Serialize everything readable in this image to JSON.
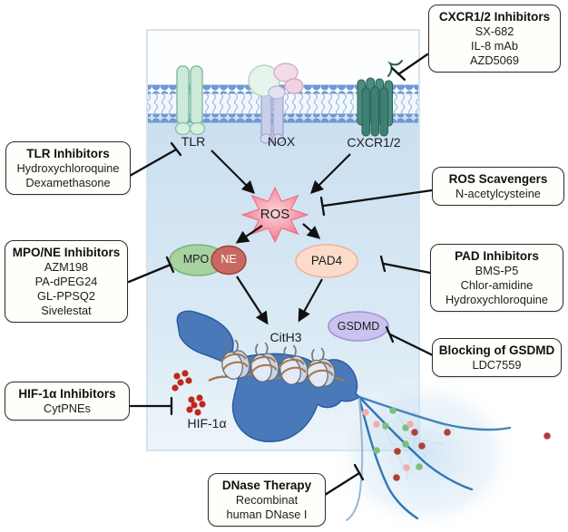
{
  "callouts": [
    {
      "title": "CXCR1/2 Inhibitors",
      "lines": [
        "SX-682",
        "IL-8 mAb",
        "AZD5069"
      ]
    },
    {
      "title": "TLR Inhibitors",
      "lines": [
        "Hydroxychloroquine",
        "Dexamethasone"
      ]
    },
    {
      "title": "ROS Scavengers",
      "lines": [
        "N-acetylcysteine"
      ]
    },
    {
      "title": "MPO/NE Inhibitors",
      "lines": [
        "AZM198",
        "PA-dPEG24",
        "GL-PPSQ2",
        "Sivelestat"
      ]
    },
    {
      "title": "PAD Inhibitors",
      "lines": [
        "BMS-P5",
        "Chlor-amidine",
        "Hydroxychloroquine"
      ]
    },
    {
      "title": "Blocking of GSDMD",
      "lines": [
        "LDC7559"
      ]
    },
    {
      "title": "HIF-1α Inhibitors",
      "lines": [
        "CytPNEs"
      ]
    },
    {
      "title": "DNase Therapy",
      "lines": [
        "Recombinat",
        "human DNase I"
      ]
    }
  ],
  "labels": {
    "tlr": "TLR",
    "nox": "NOX",
    "cxcr12": "CXCR1/2",
    "ros": "ROS",
    "mpo": "MPO",
    "ne": "NE",
    "pad4": "PAD4",
    "gsdmd": "GSDMD",
    "cith3": "CitH3",
    "hif1a": "HIF-1α"
  },
  "colors": {
    "membrane_head": "#6f9ad4",
    "tlr_fill": "#cde9da",
    "cxcr_fill": "#3d8175",
    "ros_pink": "#ee6f85",
    "mpo_green": "#a6d3a0",
    "ne_red": "#c96862",
    "pad4_peach": "#fcdbca",
    "gsdmd_purple": "#cbc2ef",
    "nucleus_blue": "#4a79ba",
    "net_fiber": "#2f77b7",
    "hif_dot_red": "#c1271b",
    "net_dot_green": "#7bbf7d",
    "net_dot_red": "#ae4038",
    "net_dot_pink": "#f2aeae"
  }
}
